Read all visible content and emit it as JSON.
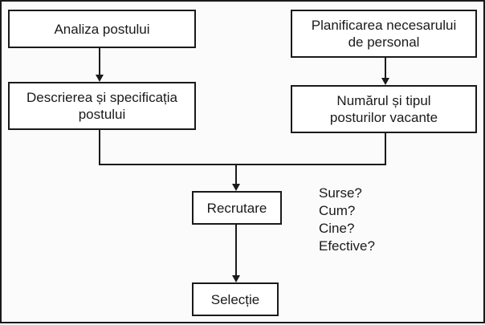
{
  "boxes": {
    "analiza": "Analiza postului",
    "planificarea_line1": "Planificarea necesarului",
    "planificarea_line2": "de personal",
    "descrierea_line1": "Descrierea și specificația",
    "descrierea_line2": "postului",
    "numarul_line1": "Numărul și tipul",
    "numarul_line2": "posturilor vacante",
    "recrutare": "Recrutare",
    "selectie": "Selecție"
  },
  "questions": [
    "Surse?",
    "Cum?",
    "Cine?",
    "Efective?"
  ]
}
